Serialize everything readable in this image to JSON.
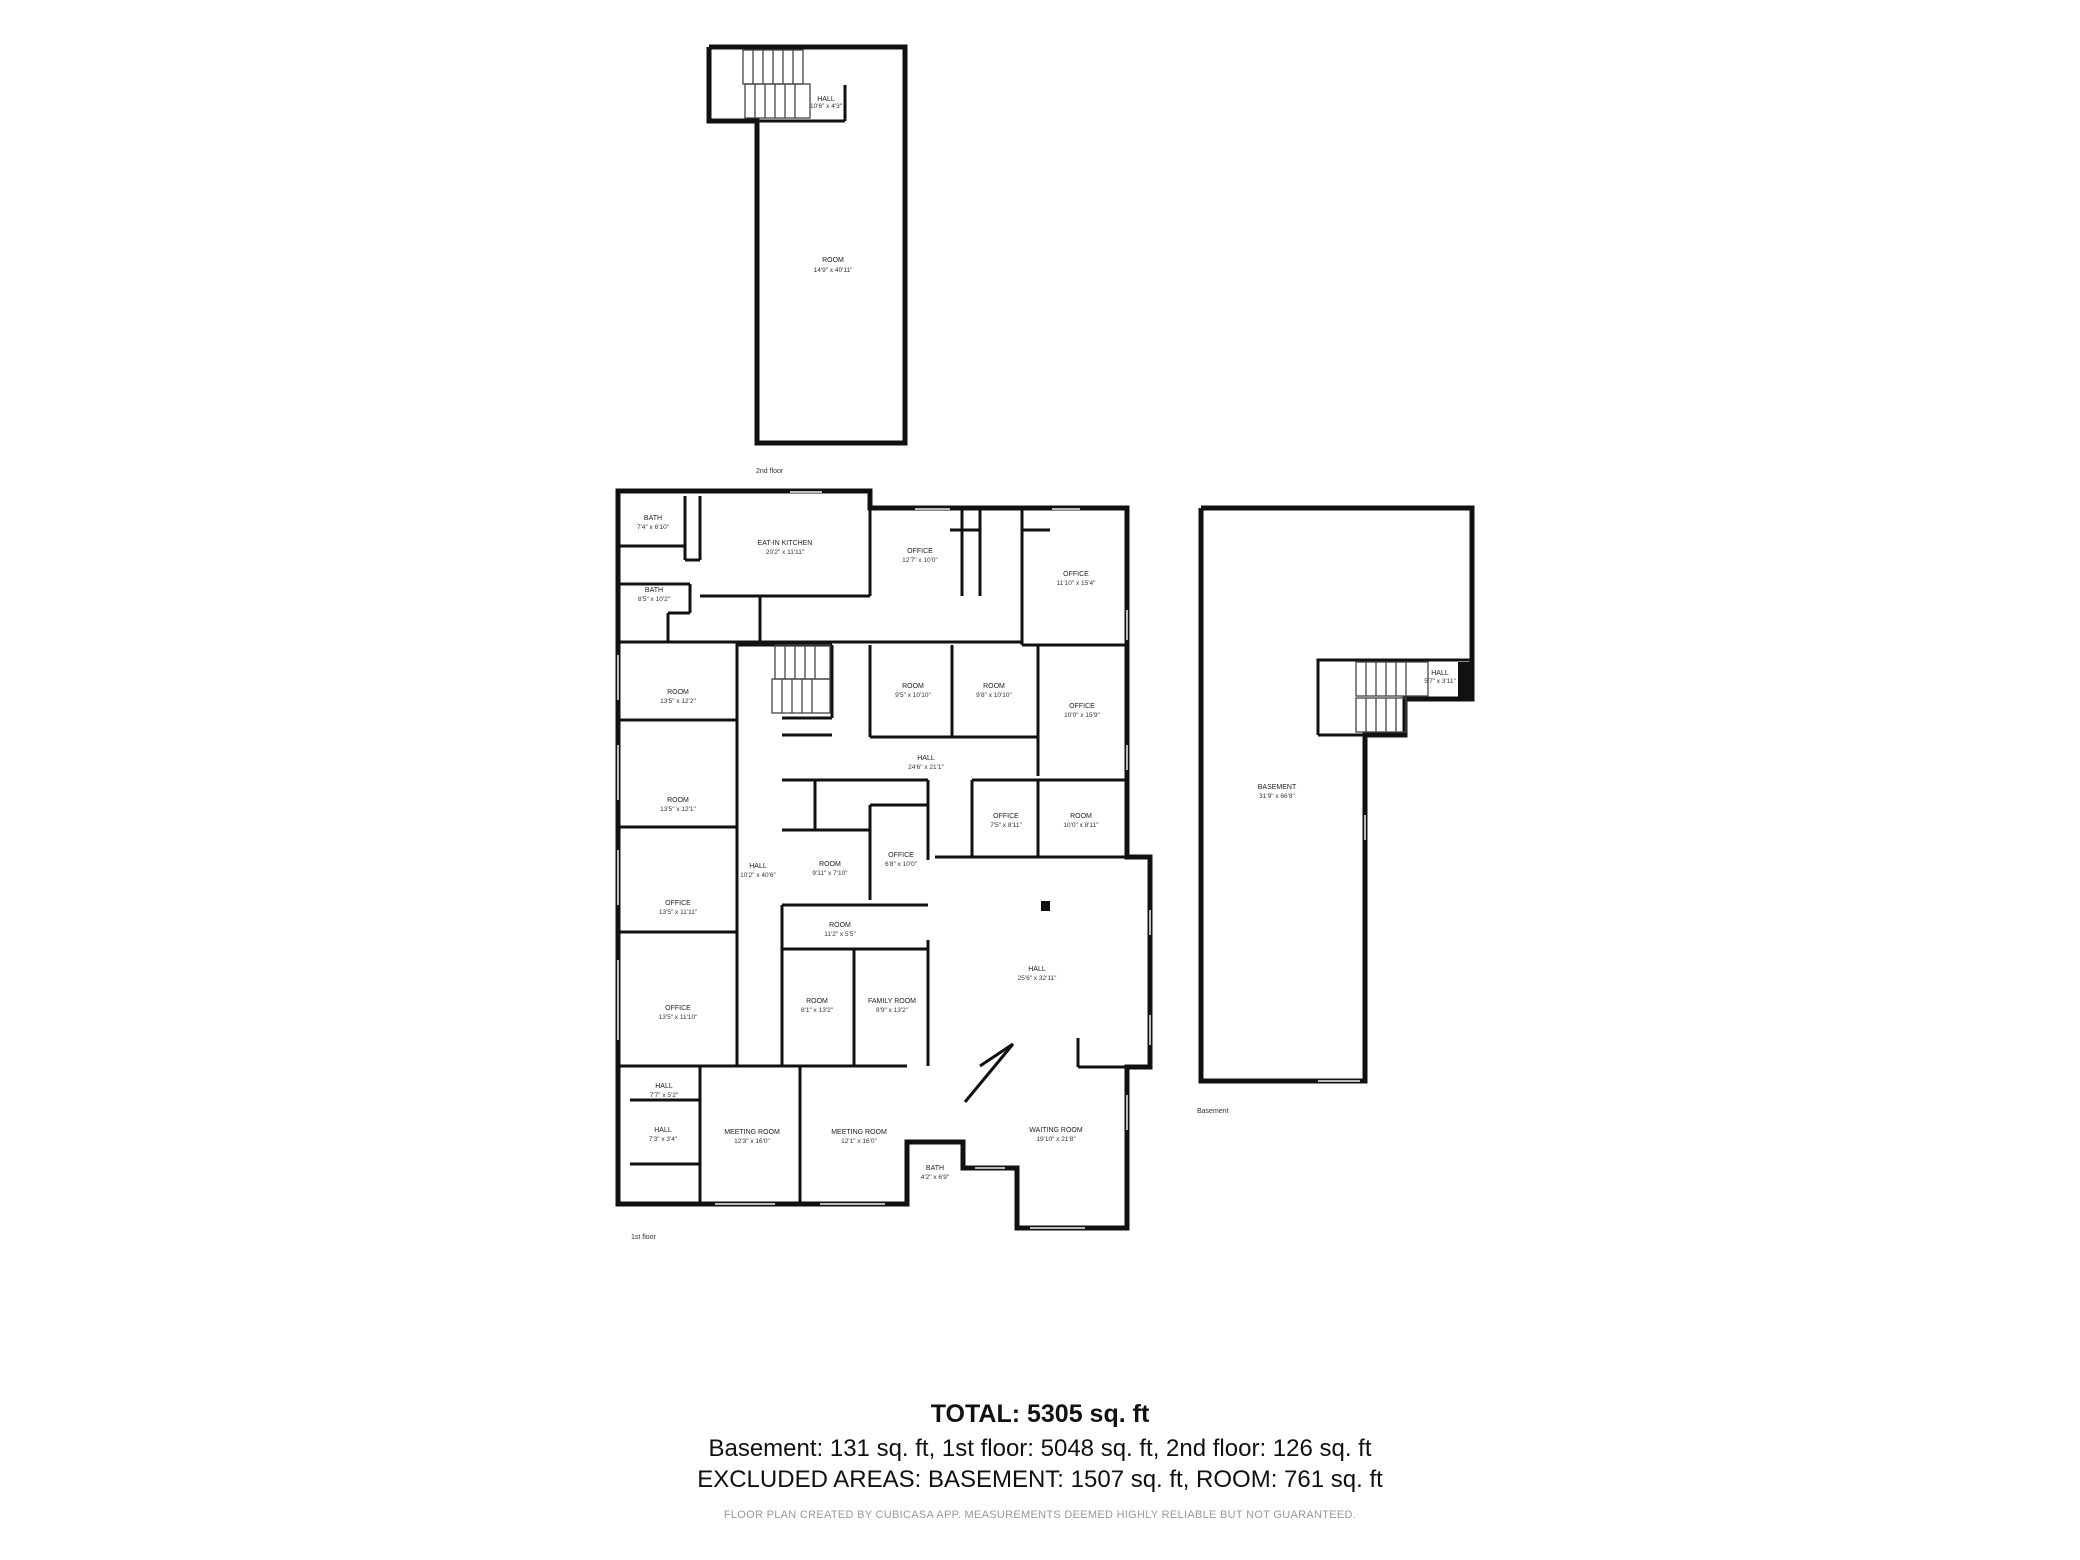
{
  "floors": [
    {
      "id": "2nd",
      "label": "2nd floor"
    },
    {
      "id": "1st",
      "label": "1st floor"
    },
    {
      "id": "basement",
      "label": "Basement"
    }
  ],
  "rooms": [
    {
      "id": "f2-hall",
      "name": "HALL",
      "dims": "10'6\" x 4'3\""
    },
    {
      "id": "f2-room",
      "name": "ROOM",
      "dims": "14'9\" x 40'11\""
    },
    {
      "id": "bath-1",
      "name": "BATH",
      "dims": "7'4\" x 6'10\""
    },
    {
      "id": "kitchen",
      "name": "EAT-IN KITCHEN",
      "dims": "20'2\" x 11'11\""
    },
    {
      "id": "office-top",
      "name": "OFFICE",
      "dims": "12'7\" x 10'0\""
    },
    {
      "id": "office-right",
      "name": "OFFICE",
      "dims": "11'10\" x 15'4\""
    },
    {
      "id": "bath-2",
      "name": "BATH",
      "dims": "8'5\" x 10'2\""
    },
    {
      "id": "room-left-1",
      "name": "ROOM",
      "dims": "13'5\" x 12'2\""
    },
    {
      "id": "room-mid-1",
      "name": "ROOM",
      "dims": "9'5\" x 10'10\""
    },
    {
      "id": "room-mid-2",
      "name": "ROOM",
      "dims": "9'8\" x 10'10\""
    },
    {
      "id": "office-mid-r",
      "name": "OFFICE",
      "dims": "10'0\" x 15'9\""
    },
    {
      "id": "hall-mid",
      "name": "HALL",
      "dims": "24'6\" x 21'1\""
    },
    {
      "id": "room-left-2",
      "name": "ROOM",
      "dims": "13'5\" x 12'1\""
    },
    {
      "id": "office-small",
      "name": "OFFICE",
      "dims": "7'5\" x 8'11\""
    },
    {
      "id": "room-small-r",
      "name": "ROOM",
      "dims": "10'0\" x 8'11\""
    },
    {
      "id": "hall-long",
      "name": "HALL",
      "dims": "10'2\" x 40'6\""
    },
    {
      "id": "room-c1",
      "name": "ROOM",
      "dims": "9'11\" x 7'10\""
    },
    {
      "id": "office-c1",
      "name": "OFFICE",
      "dims": "6'8\" x 10'0\""
    },
    {
      "id": "office-left-3",
      "name": "OFFICE",
      "dims": "13'5\" x 11'11\""
    },
    {
      "id": "room-c2",
      "name": "ROOM",
      "dims": "11'2\" x 5'5\""
    },
    {
      "id": "hall-big",
      "name": "HALL",
      "dims": "25'6\" x 32'11\""
    },
    {
      "id": "office-left-4",
      "name": "OFFICE",
      "dims": "13'5\" x 11'10\""
    },
    {
      "id": "room-c3",
      "name": "ROOM",
      "dims": "8'1\" x 13'2\""
    },
    {
      "id": "family",
      "name": "FAMILY ROOM",
      "dims": "8'9\" x 13'2\""
    },
    {
      "id": "hall-bl-1",
      "name": "HALL",
      "dims": "7'7\" x 5'2\""
    },
    {
      "id": "hall-bl-2",
      "name": "HALL",
      "dims": "7'3\" x 3'4\""
    },
    {
      "id": "meeting-1",
      "name": "MEETING ROOM",
      "dims": "12'3\" x 16'0\""
    },
    {
      "id": "meeting-2",
      "name": "MEETING ROOM",
      "dims": "12'1\" x 16'0\""
    },
    {
      "id": "bath-3",
      "name": "BATH",
      "dims": "4'2\" x 6'9\""
    },
    {
      "id": "waiting",
      "name": "WAITING ROOM",
      "dims": "19'10\" x 21'8\""
    },
    {
      "id": "b-hall",
      "name": "HALL",
      "dims": "5'7\" x 3'11\""
    },
    {
      "id": "basement",
      "name": "BASEMENT",
      "dims": "31'9\" x 66'8\""
    }
  ],
  "summary": {
    "total": "TOTAL: 5305 sq. ft",
    "line1": "Basement: 131 sq. ft, 1st floor: 5048 sq. ft, 2nd floor: 126 sq. ft",
    "line2": "EXCLUDED AREAS: BASEMENT: 1507 sq. ft, ROOM: 761 sq. ft",
    "credit": "FLOOR PLAN CREATED BY CUBICASA APP. MEASUREMENTS DEEMED HIGHLY RELIABLE BUT NOT GUARANTEED."
  }
}
